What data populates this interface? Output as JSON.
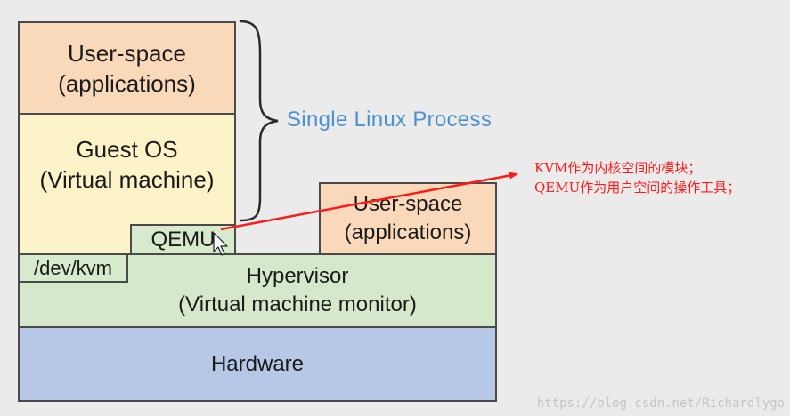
{
  "diagram": {
    "user_space_left": {
      "line1": "User-space",
      "line2": "(applications)"
    },
    "guest_os": {
      "line1": "Guest OS",
      "line2": "(Virtual machine)"
    },
    "qemu": "QEMU",
    "dev_kvm": "/dev/kvm",
    "hypervisor": {
      "line1": "Hypervisor",
      "line2": "(Virtual machine monitor)"
    },
    "user_space_right": {
      "line1": "User-space",
      "line2": "(applications)"
    },
    "hardware": "Hardware",
    "brace_label": "Single Linux Process",
    "annotation": {
      "line1": "KVM作为内核空间的模块；",
      "line2": "QEMU作为用户空间的操作工具；"
    },
    "watermark": "https://blog.csdn.net/Richardlygo"
  },
  "colors": {
    "user_space": "#fad9bb",
    "guest_os": "#fcf3c8",
    "hypervisor": "#d5e8cc",
    "hardware": "#b7c8e6",
    "brace_label": "#4a92cf",
    "annotation": "#ff1a1a"
  },
  "icons": [
    "mouse-cursor-icon",
    "curly-brace-icon",
    "red-arrow-icon"
  ]
}
